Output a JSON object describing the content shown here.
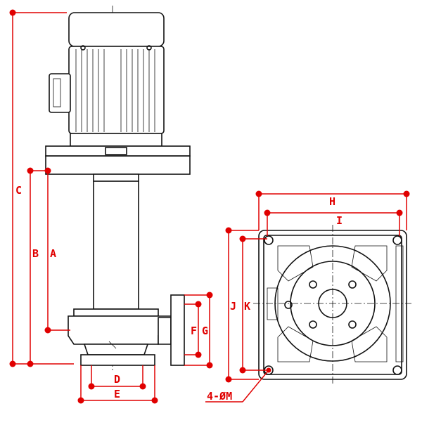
{
  "title": "Vertical pump dimension drawing",
  "dimensions": {
    "A": "A",
    "B": "B",
    "C": "C",
    "D": "D",
    "E": "E",
    "F": "F",
    "G": "G",
    "H": "H",
    "I": "I",
    "J": "J",
    "K": "K",
    "M": "4-ØM"
  },
  "colors": {
    "dimension": "#e00000",
    "outline": "#111111"
  }
}
